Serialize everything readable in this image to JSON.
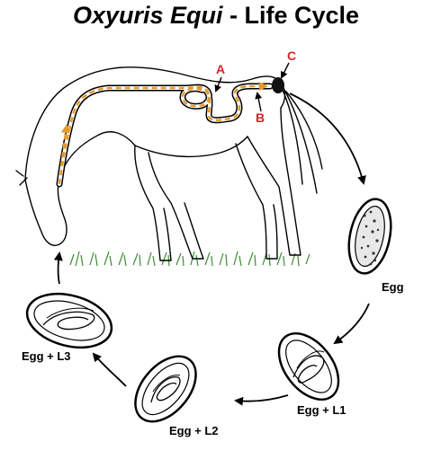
{
  "title": {
    "species": "Oxyuris Equi",
    "rest": " - Life Cycle"
  },
  "markers": {
    "a": "A",
    "b": "B",
    "c": "C"
  },
  "stages": {
    "egg": "Egg",
    "egg_l1": "Egg + L1",
    "egg_l2": "Egg + L2",
    "egg_l3": "Egg + L3"
  },
  "colors": {
    "migration_path": "#e39a2b",
    "marker": "#d8232a",
    "grass": "#3e8a36"
  }
}
